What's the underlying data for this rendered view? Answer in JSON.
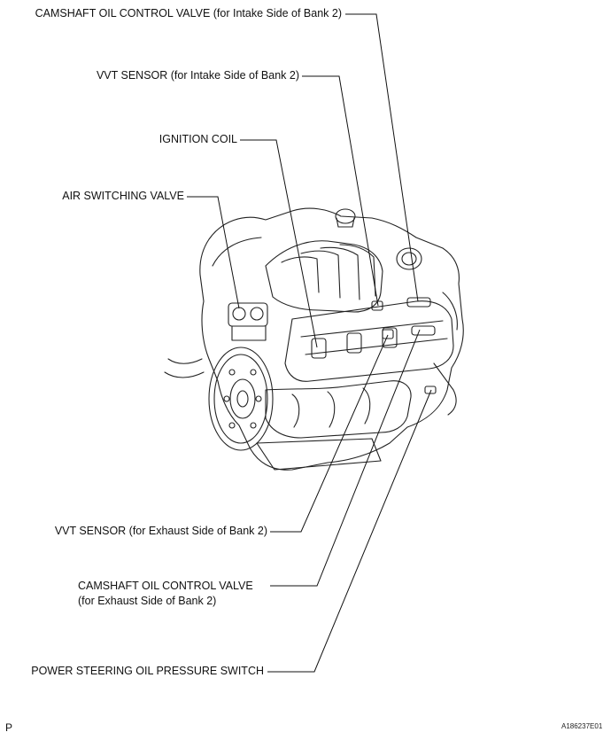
{
  "labels": {
    "cam_ocv_intake": "CAMSHAFT OIL CONTROL VALVE (for Intake Side of Bank 2)",
    "vvt_intake": "VVT SENSOR (for Intake Side of Bank 2)",
    "ignition_coil": "IGNITION COIL",
    "air_switching_valve": "AIR SWITCHING VALVE",
    "vvt_exhaust": "VVT SENSOR (for Exhaust Side of Bank 2)",
    "cam_ocv_exhaust_line1": "CAMSHAFT OIL CONTROL VALVE",
    "cam_ocv_exhaust_line2": "(for Exhaust Side of Bank 2)",
    "ps_switch": "POWER STEERING OIL PRESSURE SWITCH"
  },
  "corner_mark": "P",
  "figure_id": "A186237E01"
}
